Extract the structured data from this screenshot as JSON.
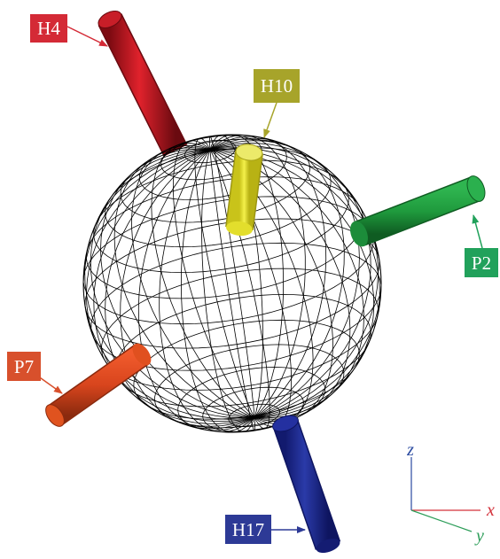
{
  "labels": {
    "h4": {
      "text": "H4",
      "color": "#d42a36"
    },
    "h10": {
      "text": "H10",
      "color": "#a7a42a"
    },
    "p2": {
      "text": "P2",
      "color": "#21a15b"
    },
    "p7": {
      "text": "P7",
      "color": "#d8502c"
    },
    "h17": {
      "text": "H17",
      "color": "#2d3a96"
    }
  },
  "axes": {
    "x": {
      "text": "x",
      "color": "#d3303a"
    },
    "y": {
      "text": "y",
      "color": "#2e9e5a"
    },
    "z": {
      "text": "z",
      "color": "#2a4aa0"
    }
  }
}
